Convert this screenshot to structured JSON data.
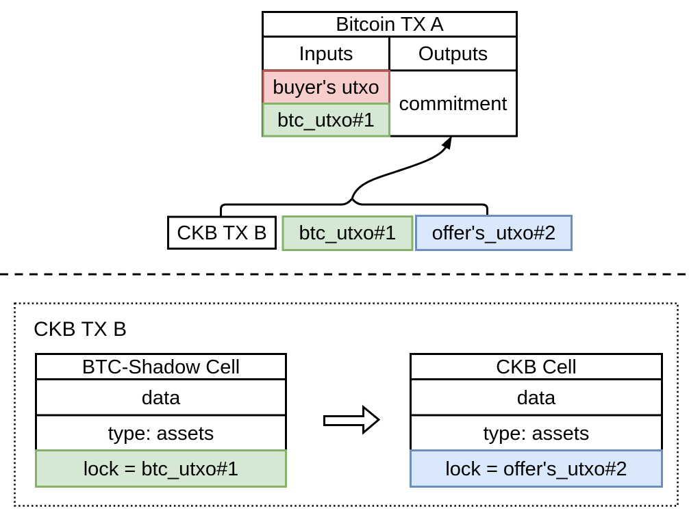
{
  "colors": {
    "red_fill": "#f8cecc",
    "red_stroke": "#b85450",
    "green_fill": "#d5e8d4",
    "green_stroke": "#82b366",
    "blue_fill": "#dae8fc",
    "blue_stroke": "#6c8ebf",
    "line": "#000000",
    "background": "#ffffff"
  },
  "bitcoin_tx": {
    "title": "Bitcoin TX A",
    "inputs_header": "Inputs",
    "outputs_header": "Outputs",
    "inputs": [
      {
        "label": "buyer's utxo",
        "color": "red"
      },
      {
        "label": "btc_utxo#1",
        "color": "green"
      }
    ],
    "output": "commitment"
  },
  "commitment_sources": {
    "tx_box": "CKB TX B",
    "btc_utxo": "btc_utxo#1",
    "offer_utxo": "offer's_utxo#2"
  },
  "ckb_tx_section": {
    "label": "CKB TX B",
    "shadow_cell": {
      "title": "BTC-Shadow Cell",
      "data_row": "data",
      "type_row": "type: assets",
      "lock_row": "lock = btc_utxo#1"
    },
    "ckb_cell": {
      "title": "CKB Cell",
      "data_row": "data",
      "type_row": "type: assets",
      "lock_row": "lock = offer's_utxo#2"
    }
  }
}
